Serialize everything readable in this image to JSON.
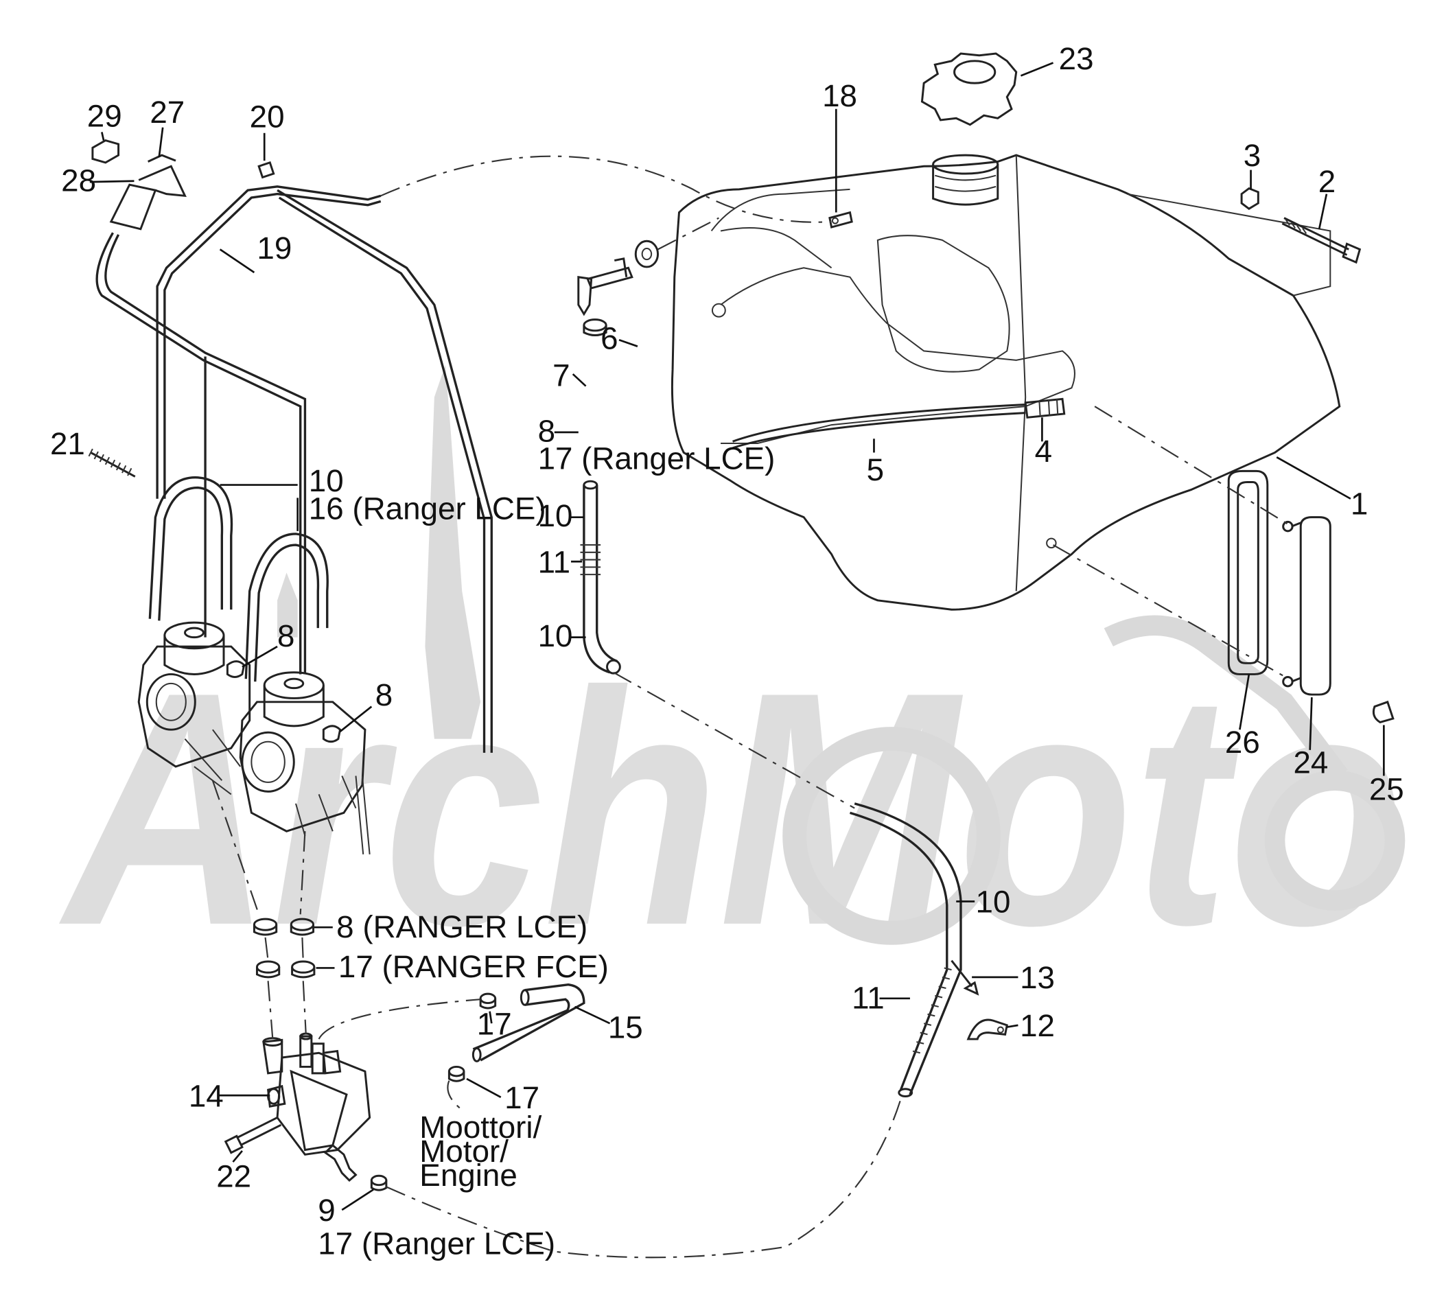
{
  "watermark": {
    "text": "ArchMoto"
  },
  "callouts": {
    "c1": "1",
    "c2": "2",
    "c3": "3",
    "c4": "4",
    "c5": "5",
    "c6": "6",
    "c7": "7",
    "c8a": "8",
    "c8b": "8",
    "c8c": "8",
    "c8_ranger_lce": "8 (RANGER LCE)",
    "c9": "9",
    "c10a": "10",
    "c10b": "10",
    "c10c": "10",
    "c10d": "10",
    "c11a": "11",
    "c11b": "11",
    "c12": "12",
    "c13": "13",
    "c14": "14",
    "c15": "15",
    "c16_ranger_lce": "16 (Ranger LCE)",
    "c17a": "17",
    "c17b": "17",
    "c17_ranger_lce_top": "17 (Ranger LCE)",
    "c17_ranger_fce": "17 (RANGER FCE)",
    "c17_ranger_lce_bottom": "17 (Ranger LCE)",
    "c18": "18",
    "c19": "19",
    "c20": "20",
    "c21": "21",
    "c22": "22",
    "c23": "23",
    "c24": "24",
    "c25": "25",
    "c26": "26",
    "c27": "27",
    "c28": "28",
    "c29": "29"
  },
  "engine_note": {
    "line1": "Moottori/",
    "line2": "Motor/",
    "line3": "Engine"
  }
}
